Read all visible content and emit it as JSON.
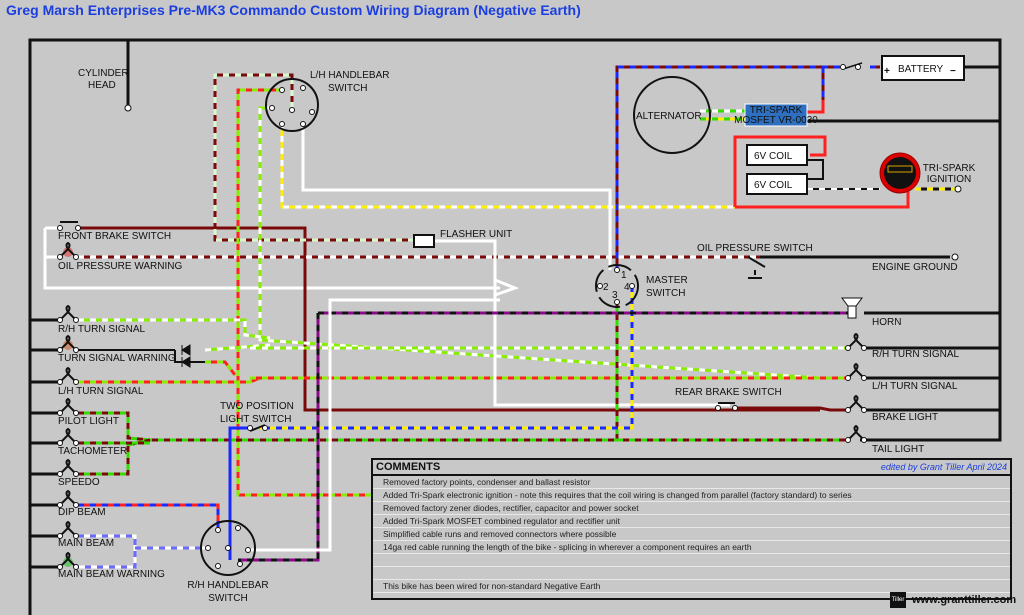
{
  "title": "Greg Marsh Enterprises Pre-MK3 Commando Custom Wiring Diagram (Negative Earth)",
  "components": {
    "cylinder_head": [
      "CYLINDER",
      "HEAD"
    ],
    "lh_handlebar_switch": [
      "L/H HANDLEBAR",
      "SWITCH"
    ],
    "rh_handlebar_switch": [
      "R/H HANDLEBAR",
      "SWITCH"
    ],
    "battery": "BATTERY",
    "battery_plus": "+",
    "battery_minus": "−",
    "alternator": "ALTERNATOR",
    "regulator": [
      "TRI-SPARK",
      "MOSFET VR-0030"
    ],
    "coil_1": "6V COIL",
    "coil_2": "6V COIL",
    "tri_spark_ignition": [
      "TRI-SPARK",
      "IGNITION"
    ],
    "flasher_unit": "FLASHER UNIT",
    "oil_pressure_switch": "OIL PRESSURE SWITCH",
    "engine_ground": "ENGINE GROUND",
    "master_switch": [
      "MASTER",
      "SWITCH"
    ],
    "master_pins": [
      "1",
      "2",
      "3",
      "4"
    ],
    "rear_brake_switch": "REAR BRAKE SWITCH",
    "two_position_switch": [
      "TWO POSITION",
      "LIGHT SWITCH"
    ]
  },
  "left_lamps": [
    "FRONT BRAKE SWITCH",
    "OIL PRESSURE WARNING",
    "R/H TURN SIGNAL",
    "TURN SIGNAL WARNING",
    "L/H TURN SIGNAL",
    "PILOT LIGHT",
    "TACHOMETER",
    "SPEEDO",
    "DIP BEAM",
    "MAIN BEAM",
    "MAIN BEAM WARNING"
  ],
  "right_lamps": [
    "HORN",
    "R/H TURN SIGNAL",
    "L/H TURN SIGNAL",
    "BRAKE LIGHT",
    "TAIL LIGHT"
  ],
  "comments": {
    "header": "COMMENTS",
    "editor": "edited by Grant Tiller April 2024",
    "rows": [
      "Removed factory points, condenser and ballast resistor",
      "Added Tri-Spark electronic ignition - note this requires that the coil wiring is changed from parallel (factory standard) to series",
      "Removed factory zener diodes, rectifier, capacitor and power socket",
      "Added Tri-Spark MOSFET combined regulator and rectifier unit",
      "Simplified cable runs and removed connectors where possible",
      "14ga red cable running the length of the bike - splicing in wherever a component requires an earth",
      "",
      "",
      "This bike has been wired for non-standard Negative Earth"
    ]
  },
  "footer": {
    "logo": "Tiller",
    "url": "www.granttiller.com"
  },
  "colors": {
    "title": "#1a3ee0",
    "brown": "#7a0a0a",
    "red": "#ff2020",
    "green": "#33dd00",
    "lime": "#88ee00",
    "white": "#ffffff",
    "yellow": "#ffee00",
    "blue": "#1a2aff",
    "purple": "#8a0a8a",
    "black": "#111111",
    "regulator": "#2f6fbf"
  }
}
